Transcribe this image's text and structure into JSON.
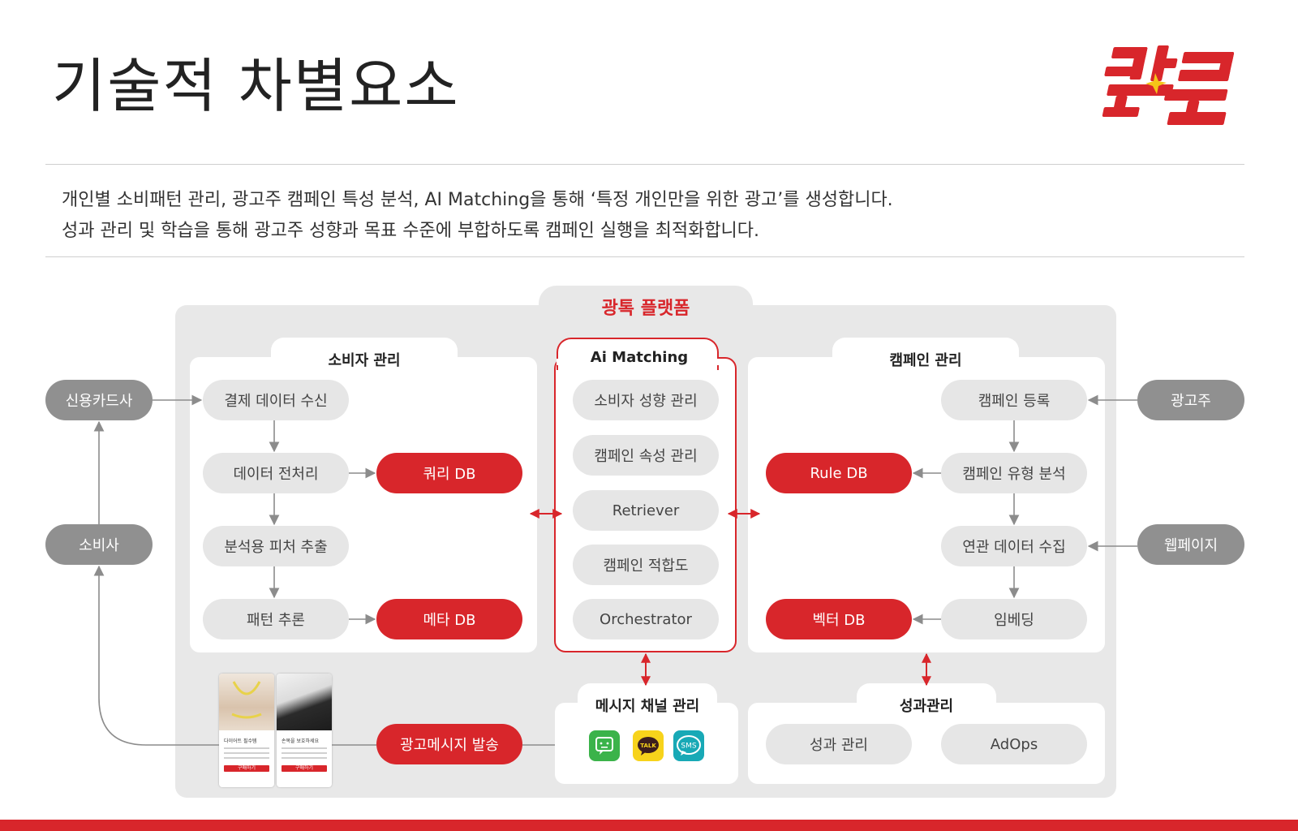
{
  "title": "기술적 차별요소",
  "description": [
    "개인별 소비패턴 관리, 광고주 캠페인 특성 분석, AI Matching을 통해 ‘특정 개인만을 위한 광고’를 생성합니다.",
    "성과 관리 및 학습을 통해 광고주 성향과 목표 수준에 부합하도록 캠페인 실행을 최적화합니다."
  ],
  "platform": {
    "title": "광톡 플랫폼"
  },
  "consumer": {
    "title": "소비자 관리",
    "steps": [
      "결제 데이터 수신",
      "데이터 전처리",
      "분석용 피처 추출",
      "패턴 추론"
    ],
    "db": [
      "쿼리 DB",
      "메타 DB"
    ]
  },
  "matching": {
    "title": "Ai Matching",
    "items": [
      "소비자 성향 관리",
      "캠페인 속성 관리",
      "Retriever",
      "캠페인 적합도",
      "Orchestrator"
    ]
  },
  "campaign": {
    "title": "캠페인 관리",
    "steps": [
      "캠페인 등록",
      "캠페인 유형 분석",
      "연관 데이터 수집",
      "임베딩"
    ],
    "db": [
      "Rule DB",
      "벡터 DB"
    ]
  },
  "external": {
    "left": [
      "신용카드사",
      "소비사"
    ],
    "right": [
      "광고주",
      "웹페이지"
    ]
  },
  "messaging": {
    "title": "메시지 채널 관리",
    "send": "광고메시지 발송",
    "icons": [
      "message-icon",
      "kakaotalk-icon",
      "sms-icon"
    ],
    "talk": "TALK",
    "sms": "SMS"
  },
  "ad_cards": [
    {
      "title": "다이어트 필수템",
      "button": "구매하기"
    },
    {
      "title": "손목을 보호하세요",
      "button": "구매하기"
    }
  ],
  "performance": {
    "title": "성과관리",
    "items": [
      "성과 관리",
      "AdOps"
    ]
  },
  "colors": {
    "accent": "#d8262b",
    "gray": "#909090",
    "panel": "#e8e8e8"
  }
}
